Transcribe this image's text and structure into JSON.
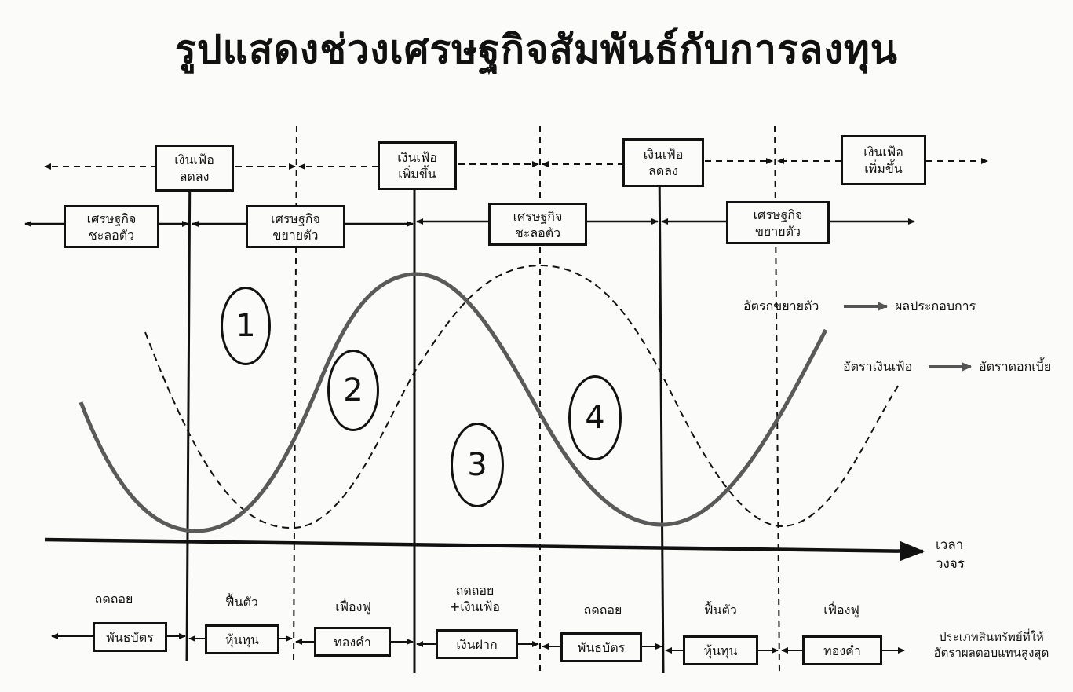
{
  "title": "รูปแสดงช่วงเศรษฐกิจสัมพันธ์กับการลงทุน",
  "inflation_boxes": [
    "เงินเฟ้อ\nลดลง",
    "เงินเฟ้อ\nเพิ่มขึ้น",
    "เงินเฟ้อ\nลดลง",
    "เงินเฟ้อ\nเพิ่มขึ้น"
  ],
  "economy_boxes": [
    "เศรษฐกิจ\nชะลอตัว",
    "เศรษฐกิจ\nขยายตัว",
    "เศรษฐกิจ\nชะลอตัว",
    "เศรษฐกิจ\nขยายตัว"
  ],
  "phase_numbers": [
    "1",
    "2",
    "3",
    "4"
  ],
  "legend": {
    "growth_from": "อัตรกขยายตัว",
    "growth_to": "ผลประกอบการ",
    "inflation_from": "อัตราเงินเฟ้อ",
    "inflation_to": "อัตราดอกเบี้ย"
  },
  "time_axis_label": "เวลา\nวงจร",
  "phase_labels": [
    "ถดถอย",
    "ฟื้นตัว",
    "เฟื่องฟู",
    "ถดถอย\n+เงินเฟ้อ",
    "ถดถอย",
    "ฟื้นตัว",
    "เฟื่องฟู"
  ],
  "asset_boxes": [
    "พันธบัตร",
    "หุ้นทุน",
    "ทองคำ",
    "เงินฝาก",
    "พันธบัตร",
    "หุ้นทุน",
    "ทองคำ"
  ],
  "asset_caption": "ประเภทสินทรัพย์ที่ให้\nอัตราผลตอบแทนสูงสุด",
  "colors": {
    "ink": "#111111",
    "growth_curve": "#5a5a5a",
    "paper": "#fbfbf9"
  }
}
